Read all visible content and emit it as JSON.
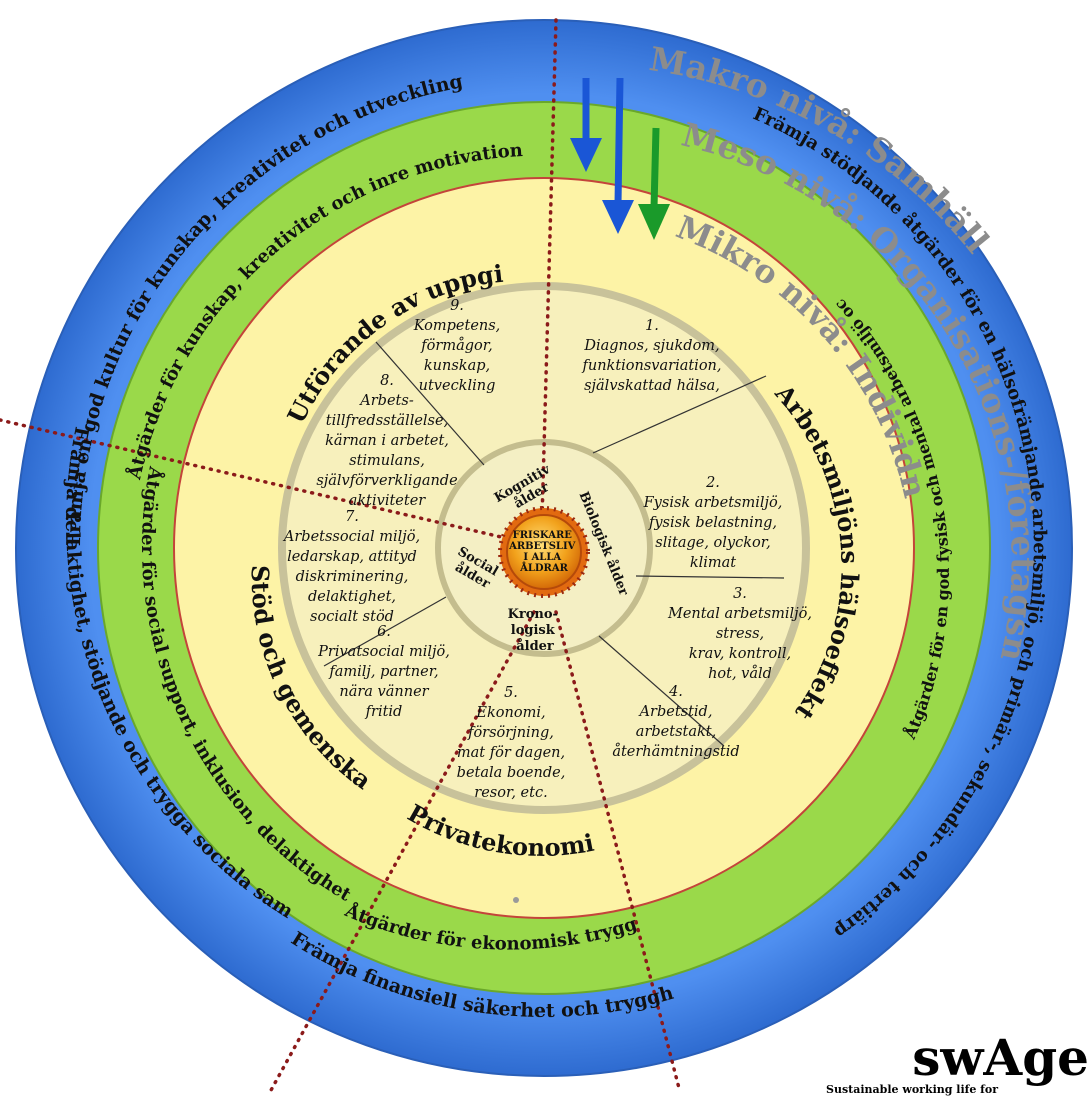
{
  "levels": {
    "makro": "Makro nivå: Samhällsnivå",
    "meso": "Meso nivå: Organisations-/företagsnivå",
    "mikro": "Mikro nivå: Individnivå"
  },
  "outer_ring": {
    "top": "Främja en god kultur för kunskap, kreativitet och utveckling",
    "right": "Främja stödjande åtgärder för en hälsofrämjande arbetsmiljö, och primär-, sekundär- och tertiärprevention",
    "left": "Främja delaktighet, stödjande och trygga sociala sammanhang",
    "bottom": "Främja finansiell säkerhet och trygghet"
  },
  "green_ring": {
    "top": "Åtgärder för kunskap, kreativitet och inre motivation",
    "right": "Åtgärder för en god fysisk och mental arbetsmiljö och återhämtning",
    "left": "Åtgärder för social support, inklusion, delaktighet",
    "bottom": "Åtgärder för ekonomisk trygghet"
  },
  "domains": {
    "utforande": "Utförande av uppgift",
    "arbetsmiljo": "Arbetsmiljöns hälsoeffekter",
    "stod": "Stöd och gemenskap",
    "privatekonomi": "Privatekonomi"
  },
  "factors": [
    {
      "num": "1.",
      "lines": [
        "Diagnos, sjukdom,",
        "funktionsvariation,",
        "självskattad hälsa,"
      ]
    },
    {
      "num": "2.",
      "lines": [
        "Fysisk arbetsmiljö,",
        "fysisk belastning,",
        "slitage, olyckor,",
        "klimat"
      ]
    },
    {
      "num": "3.",
      "lines": [
        "Mental arbetsmiljö,",
        "stress,",
        "krav, kontroll,",
        "hot, våld"
      ]
    },
    {
      "num": "4.",
      "lines": [
        "Arbetstid,",
        "arbetstakt,",
        "återhämtningstid"
      ]
    },
    {
      "num": "5.",
      "lines": [
        "Ekonomi,",
        "försörjning,",
        "mat för dagen,",
        "betala boende,",
        "resor, etc."
      ]
    },
    {
      "num": "6.",
      "lines": [
        "Privatsocial miljö,",
        "familj, partner,",
        "nära vänner",
        "fritid"
      ]
    },
    {
      "num": "7.",
      "lines": [
        "Arbetssocial miljö,",
        "ledarskap, attityd",
        "diskriminering,",
        "delaktighet,",
        "socialt stöd"
      ]
    },
    {
      "num": "8.",
      "lines": [
        "Arbets-",
        "tillfredsställelse,",
        "kärnan i arbetet,",
        "stimulans,",
        "självförverkligande",
        "aktiviteter"
      ]
    },
    {
      "num": "9.",
      "lines": [
        "Kompetens,",
        "förmågor,",
        "kunskap,",
        "utveckling"
      ]
    }
  ],
  "ages": {
    "kognitiv": [
      "Kognitiv",
      "ålder"
    ],
    "biologisk": "Biologisk ålder",
    "social": [
      "Social",
      "ålder"
    ],
    "kronologisk": [
      "Krono-",
      "logisk",
      "ålder"
    ]
  },
  "center": [
    "FRISKARE",
    "ARBETSLIV",
    "I ALLA",
    "ÅLDRAR"
  ],
  "brand": {
    "name": "swAge",
    "subtitle": "Sustainable working life for"
  },
  "colors": {
    "outer_ring": "#3f7fe0",
    "green_ring": "#9ad94a",
    "yellow_ring": "#fdf3a6",
    "inner_disc": "#f7f0bc",
    "center": "#f09a10",
    "level_label": "#8c8c8c",
    "dotted_line": "#8b1a1a",
    "arrow_blue": "#1a56d6",
    "arrow_green": "#1a9a2a"
  }
}
